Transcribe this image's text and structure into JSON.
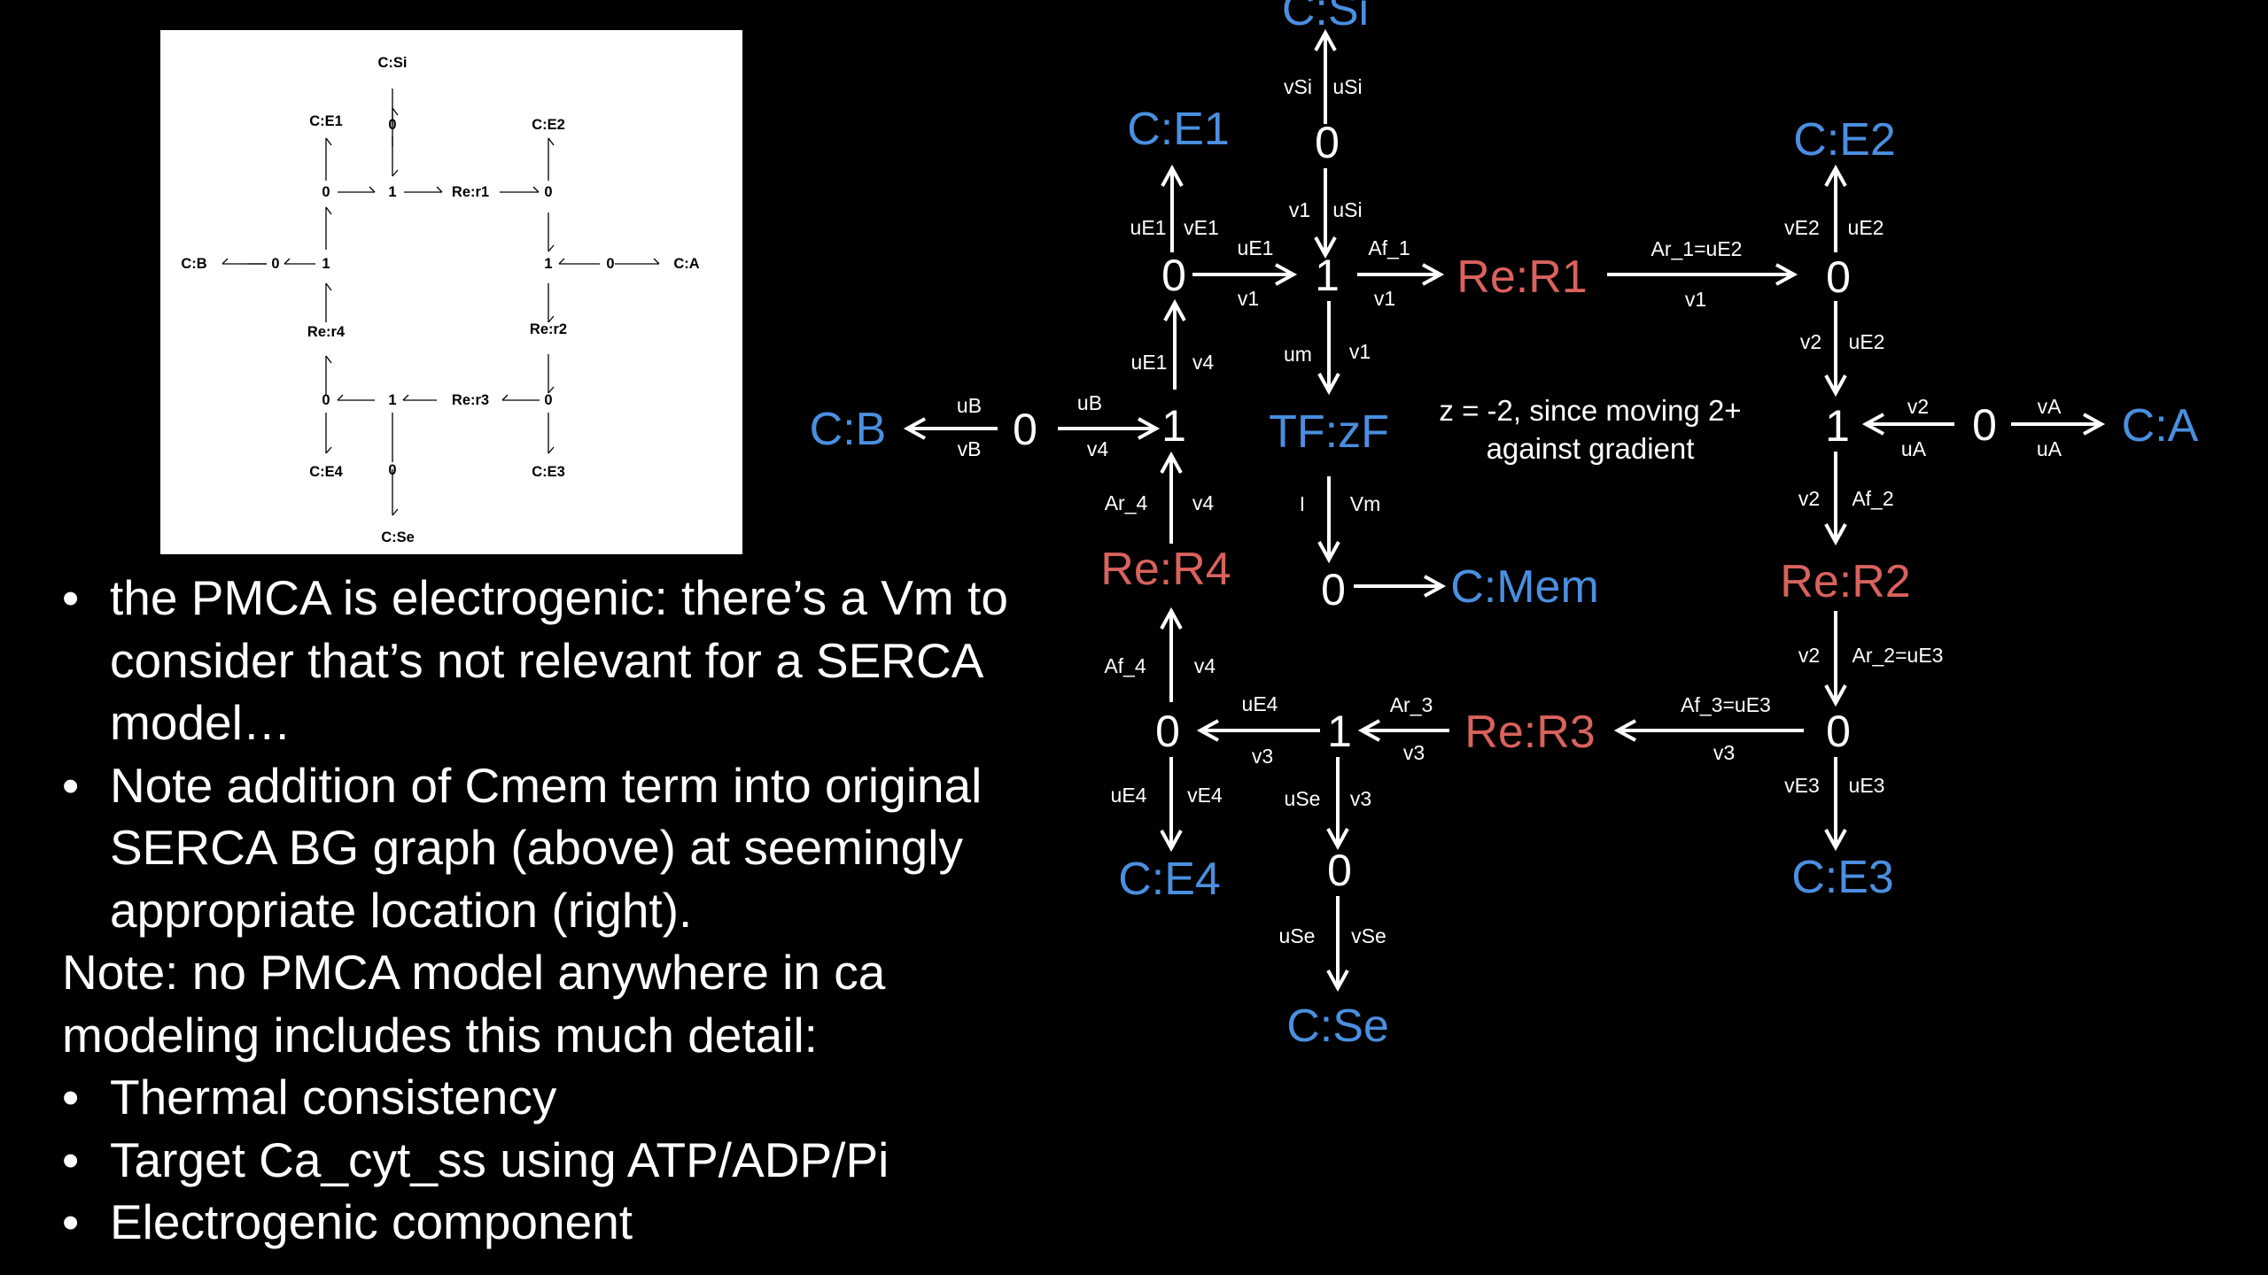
{
  "colors": {
    "background": "#000000",
    "text": "#ffffff",
    "capacitor": "#4a8fe0",
    "reaction": "#d9625d",
    "inset_bg": "#ffffff",
    "inset_text": "#000000"
  },
  "inset": {
    "labels": {
      "csi": "C:Si",
      "ce1": "C:E1",
      "ce2": "C:E2",
      "cb": "C:B",
      "ca": "C:A",
      "rer1": "Re:r1",
      "rer2": "Re:r2",
      "rer3": "Re:r3",
      "rer4": "Re:r4",
      "ce4": "C:E4",
      "ce3": "C:E3",
      "cse": "C:Se"
    },
    "junctions": {
      "j0_si": "0",
      "j0_e1": "0",
      "j1_top": "1",
      "j0_e2": "0",
      "j0_b": "0",
      "j1_left": "1",
      "j1_right": "1",
      "j0_a": "0",
      "j0_e4": "0",
      "j1_bottom": "1",
      "j0_e3": "0",
      "j0_se": "0"
    }
  },
  "main_graph": {
    "capacitors": {
      "csi": "C:Si",
      "ce1": "C:E1",
      "ce2": "C:E2",
      "cb": "C:B",
      "ca": "C:A",
      "cmem": "C:Mem",
      "ce4": "C:E4",
      "ce3": "C:E3",
      "cse": "C:Se"
    },
    "reactions": {
      "rer1": "Re:R1",
      "rer2": "Re:R2",
      "rer3": "Re:R3",
      "rer4": "Re:R4"
    },
    "transformer": "TF:zF",
    "junctions": {
      "j0_si": "0",
      "j0_e1": "0",
      "j1_top": "1",
      "j0_e2": "0",
      "j0_b": "0",
      "j1_left": "1",
      "j0_mem": "0",
      "j1_right": "1",
      "j0_a": "0",
      "j0_e4": "0",
      "j1_bottom": "1",
      "j0_e3": "0",
      "j0_se": "0"
    },
    "bond_labels": {
      "vsi": "vSi",
      "usi_top": "uSi",
      "v1_a": "v1",
      "usi_b": "uSi",
      "ue1_a": "uE1",
      "ve1": "vE1",
      "ue1_b": "uE1",
      "v1_b": "v1",
      "af1": "Af_1",
      "v1_c": "v1",
      "ar1": "Ar_1=uE2",
      "v1_d": "v1",
      "ve2": "vE2",
      "ue2_a": "uE2",
      "v2_a": "v2",
      "ue2_b": "uE2",
      "ue1_c": "uE1",
      "v4_a": "v4",
      "um": "um",
      "v1_e": "v1",
      "ub_a": "uB",
      "vb": "vB",
      "ub_b": "uB",
      "v4_b": "v4",
      "v2_b": "v2",
      "ua_a": "uA",
      "va": "vA",
      "ua_b": "uA",
      "ar4": "Ar_4",
      "v4_c": "v4",
      "i": "I",
      "vm": "Vm",
      "v2_c": "v2",
      "af2": "Af_2",
      "af4": "Af_4",
      "v4_d": "v4",
      "v2_d": "v2",
      "ar2": "Ar_2=uE3",
      "ue4_a": "uE4",
      "v3_a": "v3",
      "ar3": "Ar_3",
      "v3_b": "v3",
      "af3": "Af_3=uE3",
      "v3_c": "v3",
      "ue4_b": "uE4",
      "ve4": "vE4",
      "use_a": "uSe",
      "v3_d": "v3",
      "ve3": "vE3",
      "ue3": "uE3",
      "use_b": "uSe",
      "vse": "vSe"
    },
    "annotation": {
      "line1": "z = -2, since moving 2+",
      "line2": "against gradient"
    }
  },
  "notes": {
    "bullet_char": "•",
    "bullet1": [
      "the PMCA is electrogenic: there’s a Vm to",
      "consider that’s not relevant for a SERCA",
      "model…"
    ],
    "bullet2": [
      "Note addition of Cmem term into original",
      "SERCA BG graph (above) at seemingly",
      "appropriate location (right)."
    ],
    "note": [
      "Note: no PMCA model anywhere in ca",
      "modeling includes this much detail:"
    ],
    "list": [
      "Thermal consistency",
      "Target Ca_cyt_ss using ATP/ADP/Pi",
      "Electrogenic component"
    ]
  }
}
